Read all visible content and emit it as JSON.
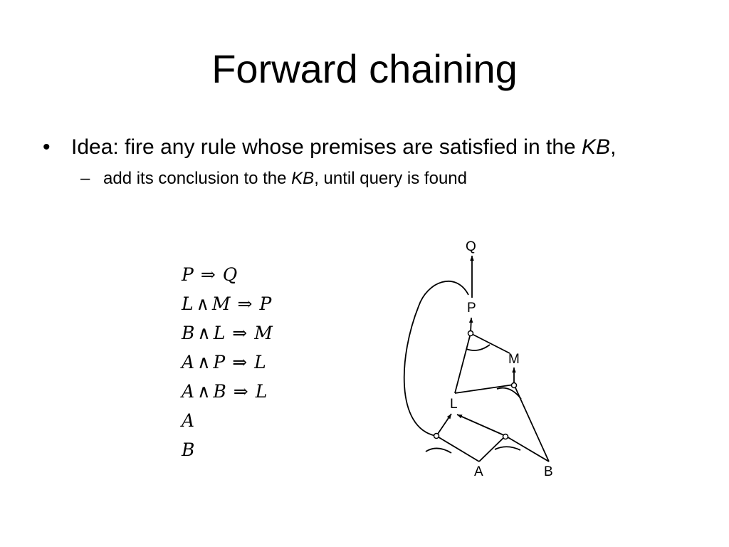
{
  "slide": {
    "title": "Forward chaining",
    "bullet1": {
      "marker": "•",
      "text_before": "Idea: fire any rule whose premises are satisfied in the ",
      "italic": "KB",
      "text_after": ","
    },
    "bullet2": {
      "marker": "–",
      "text_before": "add its conclusion to the ",
      "italic": "KB",
      "text_after": ", until query is found"
    }
  },
  "rules": [
    {
      "lhs": [
        "P"
      ],
      "rhs": "Q"
    },
    {
      "lhs": [
        "L",
        "M"
      ],
      "rhs": "P"
    },
    {
      "lhs": [
        "B",
        "L"
      ],
      "rhs": "M"
    },
    {
      "lhs": [
        "A",
        "P"
      ],
      "rhs": "L"
    },
    {
      "lhs": [
        "A",
        "B"
      ],
      "rhs": "L"
    },
    {
      "lhs": [
        "A"
      ],
      "rhs": ""
    },
    {
      "lhs": [
        "B"
      ],
      "rhs": ""
    }
  ],
  "symbols": {
    "and": "∧",
    "implies": "⇒"
  },
  "graph": {
    "nodes": {
      "Q": "Q",
      "P": "P",
      "M": "M",
      "L": "L",
      "A": "A",
      "B": "B"
    }
  }
}
